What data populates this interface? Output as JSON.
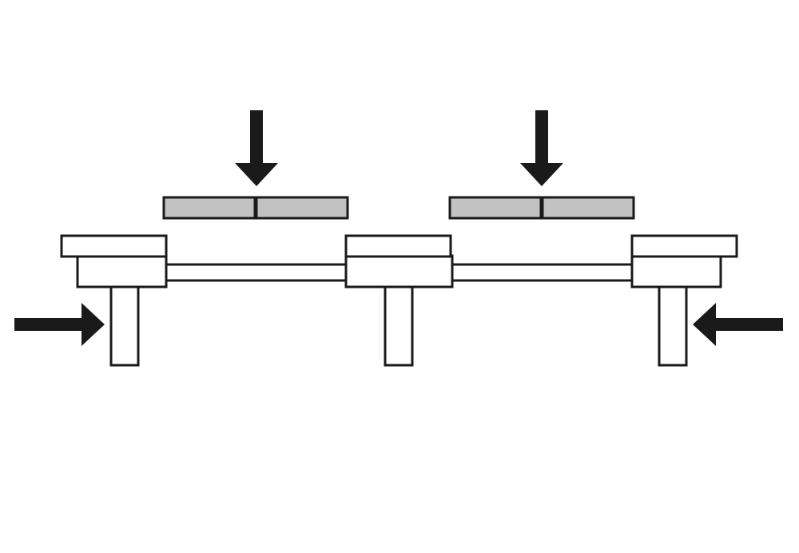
{
  "diagram": {
    "kind": "assembly-schematic",
    "colors": {
      "line": "#1a1a1a",
      "background": "#ffffff",
      "panel_fill": "#c2c2c2"
    },
    "supports": [
      "left",
      "center",
      "right"
    ],
    "rails": [
      "left-span",
      "right-span"
    ],
    "panels": [
      {
        "id": "left",
        "segments": 2
      },
      {
        "id": "right",
        "segments": 2
      }
    ],
    "arrows": [
      {
        "id": "press-left-panel",
        "direction": "down",
        "icon": "arrow-down-icon"
      },
      {
        "id": "press-right-panel",
        "direction": "down",
        "icon": "arrow-down-icon"
      },
      {
        "id": "push-from-left",
        "direction": "right",
        "icon": "arrow-right-icon"
      },
      {
        "id": "push-from-right",
        "direction": "left",
        "icon": "arrow-left-icon"
      }
    ]
  }
}
